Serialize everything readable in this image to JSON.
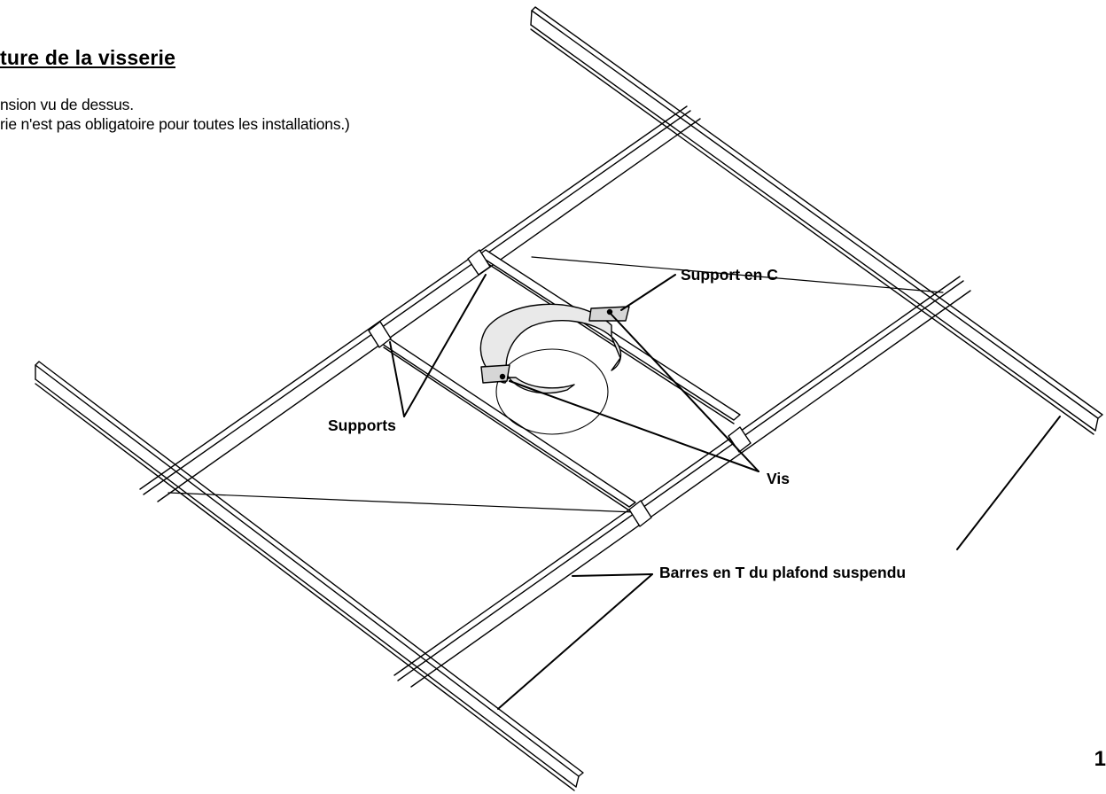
{
  "title": "ture de la visserie",
  "description": [
    "nsion vu de dessus.",
    "rie n'est pas obligatoire pour toutes les installations.)"
  ],
  "labels": {
    "support_c": "Support en C",
    "supports": "Supports",
    "vis": "Vis",
    "t_bars": "Barres en T du plafond suspendu"
  },
  "page_number": "1"
}
